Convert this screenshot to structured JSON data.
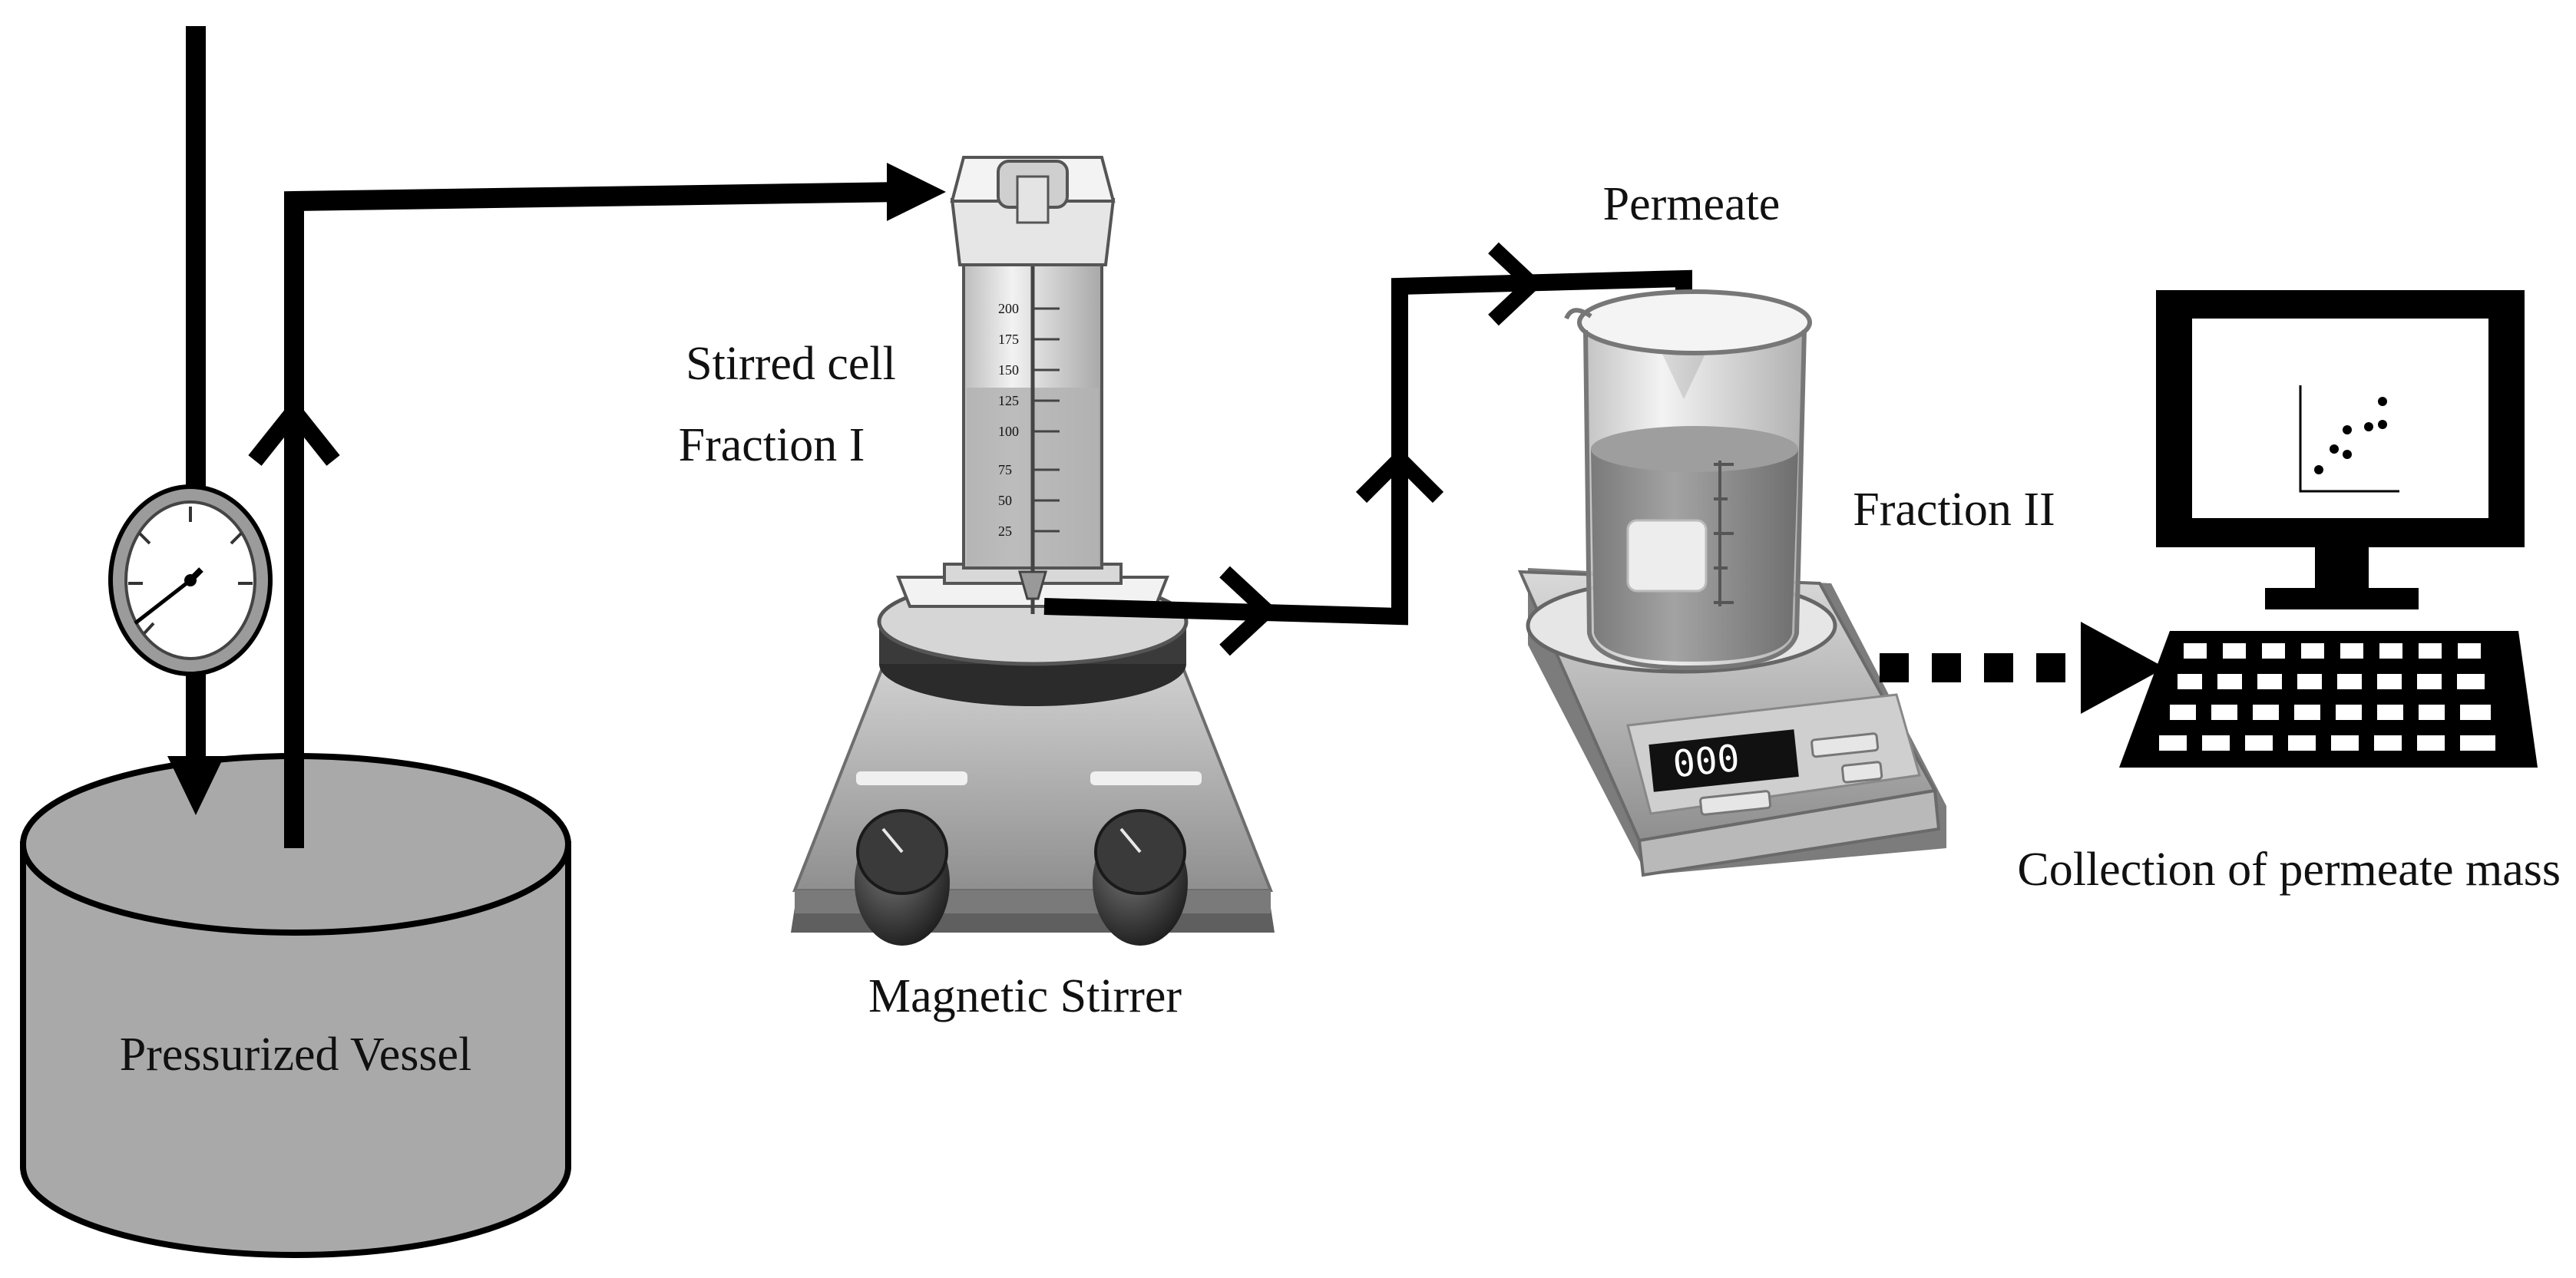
{
  "labels": {
    "vessel": "Pressurized Vessel",
    "stirred_cell": "Stirred cell",
    "fraction_1": "Fraction I",
    "magnetic_stirrer": "Magnetic Stirrer",
    "permeate": "Permeate",
    "fraction_2": "Fraction II",
    "collection": "Collection of permeate mass"
  },
  "balance_display": "000",
  "cylinder_scale": [
    "200",
    "175",
    "150",
    "125",
    "100",
    "75",
    "50",
    "25"
  ],
  "colors": {
    "line": "#000000",
    "vessel_fill": "#a9a9a9",
    "metal_light": "#e6e6e6",
    "metal_mid": "#bdbdbd",
    "metal_dark": "#6e6e6e",
    "liquid": "#8f8f8f"
  }
}
